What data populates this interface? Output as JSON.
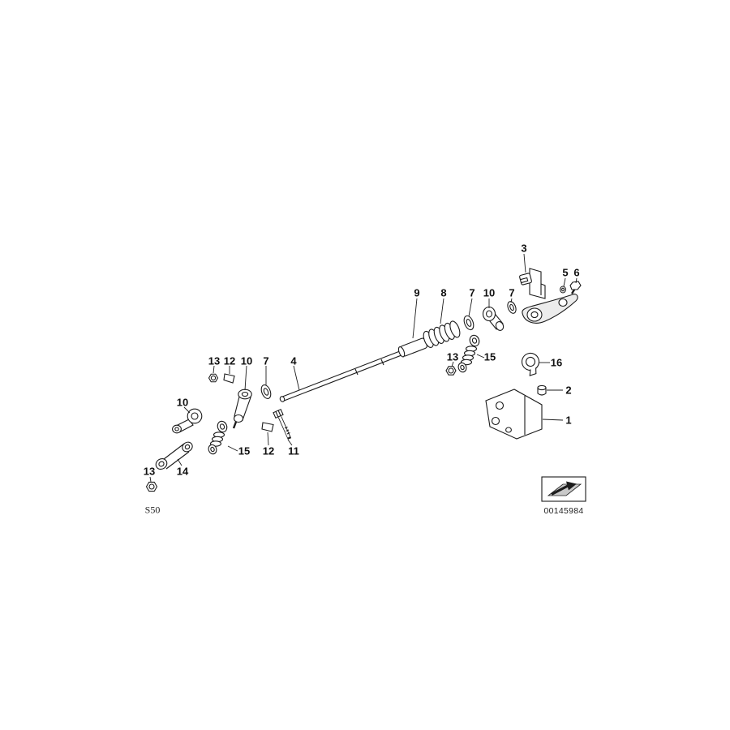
{
  "page": {
    "background_color": "#ffffff",
    "ink_color": "#1c1c1c"
  },
  "footer": {
    "model_code": "S50",
    "image_number": "00145984"
  },
  "callouts": [
    {
      "label": "3"
    },
    {
      "label": "5"
    },
    {
      "label": "6"
    },
    {
      "label": "9"
    },
    {
      "label": "8"
    },
    {
      "label": "7"
    },
    {
      "label": "10"
    },
    {
      "label": "7"
    },
    {
      "label": "13"
    },
    {
      "label": "15"
    },
    {
      "label": "16"
    },
    {
      "label": "2"
    },
    {
      "label": "1"
    },
    {
      "label": "13"
    },
    {
      "label": "12"
    },
    {
      "label": "10"
    },
    {
      "label": "7"
    },
    {
      "label": "4"
    },
    {
      "label": "10"
    },
    {
      "label": "15"
    },
    {
      "label": "12"
    },
    {
      "label": "11"
    },
    {
      "label": "13"
    },
    {
      "label": "14"
    }
  ]
}
